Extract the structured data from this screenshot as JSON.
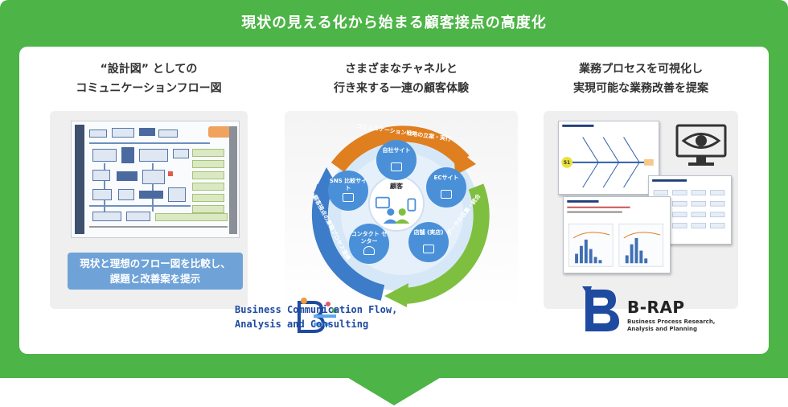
{
  "header": {
    "title": "現状の見える化から始まる顧客接点の高度化"
  },
  "columns": {
    "left": {
      "title_line1": "“設計図” としての",
      "title_line2": "コミュニケーションフロー図",
      "callout_line1": "現状と理想のフロー図を比較し、",
      "callout_line2": "課題と改善案を提示",
      "brand_line1": "Business Communication Flow,",
      "brand_line2": "Analysis and Consulting"
    },
    "middle": {
      "title_line1": "さまざまなチャネルと",
      "title_line2": "行き来する一連の顧客体験",
      "center_label": "顧客",
      "arc_top": "コミュニケーション戦略の立案・実行",
      "arc_right": "多種多様なデータの収集・統合",
      "arc_left": "顧客接点の業務プロセス連携",
      "nodes": [
        {
          "label": "自社サイト"
        },
        {
          "label": "ECサイト"
        },
        {
          "label": "店舗 (実店)"
        },
        {
          "label": "コンタクト センター"
        },
        {
          "label": "SNS 比較サイト"
        }
      ],
      "colors": {
        "blue": "#3d7cc9",
        "orange": "#e07f1f",
        "green": "#7fbf3f"
      }
    },
    "right": {
      "title_line1": "業務プロセスを可視化し",
      "title_line2": "実現可能な業務改善を提案",
      "brand_name": "B-RAP",
      "brand_sub1": "Business Process Research,",
      "brand_sub2": "Analysis and Planning",
      "doc_badge": "51"
    }
  },
  "colors": {
    "frame": "#4db447",
    "callout": "#6fa3d8",
    "brand_blue": "#1e4aa0"
  }
}
